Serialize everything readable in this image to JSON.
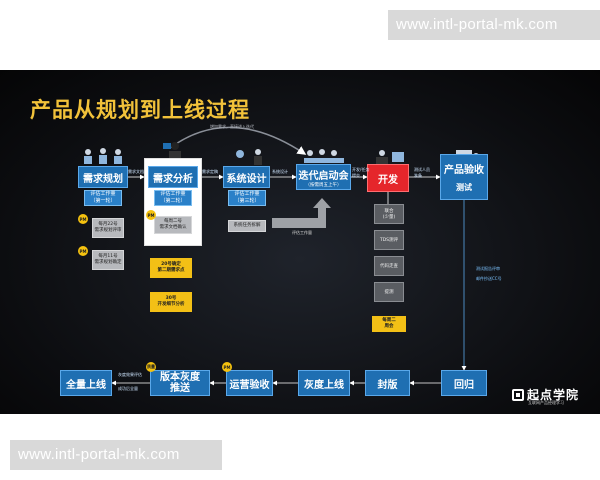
{
  "watermark": {
    "top": "www.intl-portal-mk.com",
    "bottom": "www.intl-portal-mk.com"
  },
  "slide": {
    "title": "产品从规划到上线过程",
    "arc_label": "增加需求，直接进入迭代",
    "top_row": {
      "plan": {
        "label": "需求规划",
        "doc": "评估工作量\n（第一轮）"
      },
      "analysis": {
        "label": "需求分析",
        "doc": "评估工作量\n（第二轮）",
        "note": "每周二号\n需求文档确认"
      },
      "design": {
        "label": "系统设计",
        "doc": "评估工作量\n（第三轮）",
        "task": "系统任务拆解"
      },
      "kickoff": {
        "label": "迭代启动会",
        "sub": "（按需周五上午）"
      },
      "dev": {
        "label": "开发"
      },
      "accept": {
        "label": "产品验收",
        "sub": "测试"
      }
    },
    "plan_notes": {
      "review1": "每月22号\n需求规划评审",
      "review2": "每月11号\n需求规划确定"
    },
    "design_notes": {
      "day20": "20号确定\n第二期需求点",
      "day30": "30号\n开发细节分析"
    },
    "links": {
      "plan_to_analysis": "需求文档",
      "analysis_to_design": "需求定稿",
      "design_to_kickoff": "系统设计",
      "kickoff_to_dev": "开发/任务\n提交",
      "dev_to_accept": "测试人员\n准备",
      "gray_arrow": "评估工作量"
    },
    "dev_tasks": [
      "联合\n(少量)",
      "TDS测评",
      "代码走查",
      "提测"
    ],
    "dev_milestone": "每周二\n周会",
    "side_notes": {
      "test_review": "测试报告评审",
      "cc_note": "邮件抄送CC号"
    },
    "pm_badge": "PM",
    "gray_badge": "质量",
    "bottom_row": {
      "full_launch": "全量上线",
      "version_push": "版本灰度\n推送",
      "ops_accept": "运营验收",
      "gray_launch": "灰度上线",
      "seal": "封版",
      "regress": "回归"
    },
    "bottom_links": {
      "full_1": "灰度效果评估",
      "full_2": "成功后全量"
    },
    "logo": {
      "text": "起点学院",
      "sub": "互联网产品经理学习"
    }
  },
  "colors": {
    "box": "#1f6fb2",
    "accent": "#f3c016",
    "dev": "#e5262b",
    "title": "#f2c23a"
  }
}
